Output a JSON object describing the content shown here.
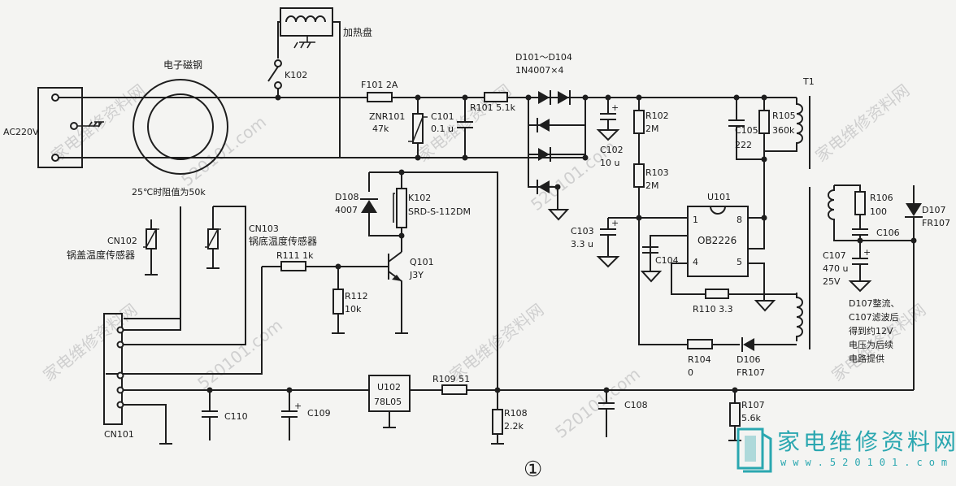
{
  "diagram": {
    "figure_number": "①",
    "notes": {
      "ac_input": "AC220V",
      "coil_name": "电子磁钢",
      "heating_plate": "加热盘",
      "thermistor_note": "25℃时阻值为50k",
      "pot_sensor": "锅盖温度传感器",
      "bottom_sensor": "锅底温度传感器",
      "supply_note": [
        "D107整流、",
        "C107滤波后",
        "得到约12V",
        "电压为后续",
        "电路提供"
      ]
    },
    "components": {
      "k102_switch": "K102",
      "f101": "F101 2A",
      "znr101": [
        "ZNR101",
        "47k"
      ],
      "c101": [
        "C101",
        "0.1 u"
      ],
      "r101": "R101 5.1k",
      "d101": [
        "D101～D104",
        "1N4007×4"
      ],
      "c102": [
        "C102",
        "10 u"
      ],
      "r102": [
        "R102",
        "2M"
      ],
      "r103": [
        "R103",
        "2M"
      ],
      "c105": [
        "C105",
        "222"
      ],
      "r105": [
        "R105",
        "360k"
      ],
      "t1": "T1",
      "d108": [
        "D108",
        "4007"
      ],
      "k102_relay": [
        "K102",
        "SRD-S-112DM"
      ],
      "q101": [
        "Q101",
        "J3Y"
      ],
      "r111": "R111 1k",
      "r112": [
        "R112",
        "10k"
      ],
      "u101": [
        "U101",
        "OB2226"
      ],
      "u101_pins": [
        "1",
        "8",
        "4",
        "5"
      ],
      "c103": [
        "C103",
        "3.3 u"
      ],
      "c104": "C104",
      "r110": "R110 3.3",
      "r104": [
        "R104",
        "0"
      ],
      "d106": [
        "D106",
        "FR107"
      ],
      "r106": [
        "R106",
        "100"
      ],
      "c106": "C106",
      "d107": [
        "D107",
        "FR107"
      ],
      "c107": [
        "C107",
        "470 u",
        "25V"
      ],
      "cn102": "CN102",
      "cn103": "CN103",
      "cn101": "CN101",
      "u102": [
        "U102",
        "78L05"
      ],
      "r109": "R109 51",
      "r108": [
        "R108",
        "2.2k"
      ],
      "c108": "C108",
      "r107": [
        "R107",
        "5.6k"
      ],
      "c110": "C110",
      "c109": "C109",
      "plus_sign": "+"
    },
    "watermarks": [
      "家电维修资料网",
      "520101.com"
    ]
  },
  "logo": {
    "title": "家电维修资料网",
    "url": "www.520101.com",
    "color": "#2aa7b0"
  }
}
